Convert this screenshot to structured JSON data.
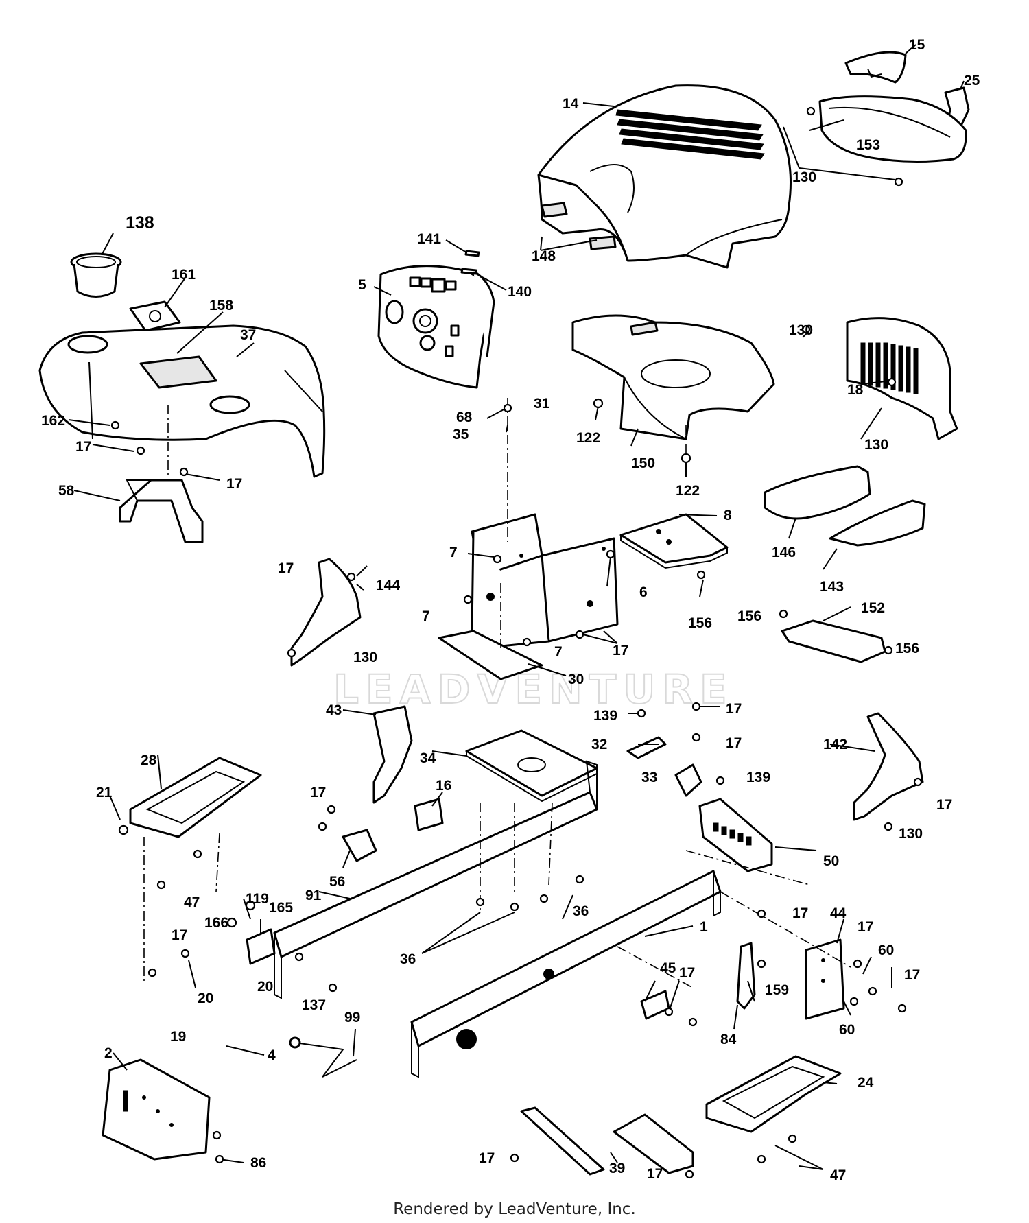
{
  "diagram": {
    "watermark": "LEADVENTURE",
    "footer": "Rendered by LeadVenture, Inc.",
    "callouts": [
      "15",
      "25",
      "14",
      "153",
      "130",
      "138",
      "161",
      "141",
      "140",
      "5",
      "158",
      "37",
      "162",
      "17",
      "17",
      "58",
      "148",
      "130",
      "18",
      "130",
      "122",
      "150",
      "122",
      "68",
      "31",
      "35",
      "8",
      "146",
      "143",
      "7",
      "6",
      "156",
      "17",
      "144",
      "130",
      "7",
      "17",
      "7",
      "30",
      "156",
      "152",
      "156",
      "43",
      "139",
      "17",
      "32",
      "17",
      "33",
      "139",
      "34",
      "142",
      "17",
      "28",
      "21",
      "16",
      "17",
      "56",
      "130",
      "50",
      "91",
      "47",
      "17",
      "119",
      "165",
      "166",
      "36",
      "36",
      "36",
      "17",
      "1",
      "44",
      "17",
      "60",
      "17",
      "20",
      "20",
      "19",
      "137",
      "45",
      "17",
      "159",
      "60",
      "84",
      "99",
      "2",
      "4",
      "24",
      "86",
      "17",
      "39",
      "17",
      "47"
    ]
  }
}
